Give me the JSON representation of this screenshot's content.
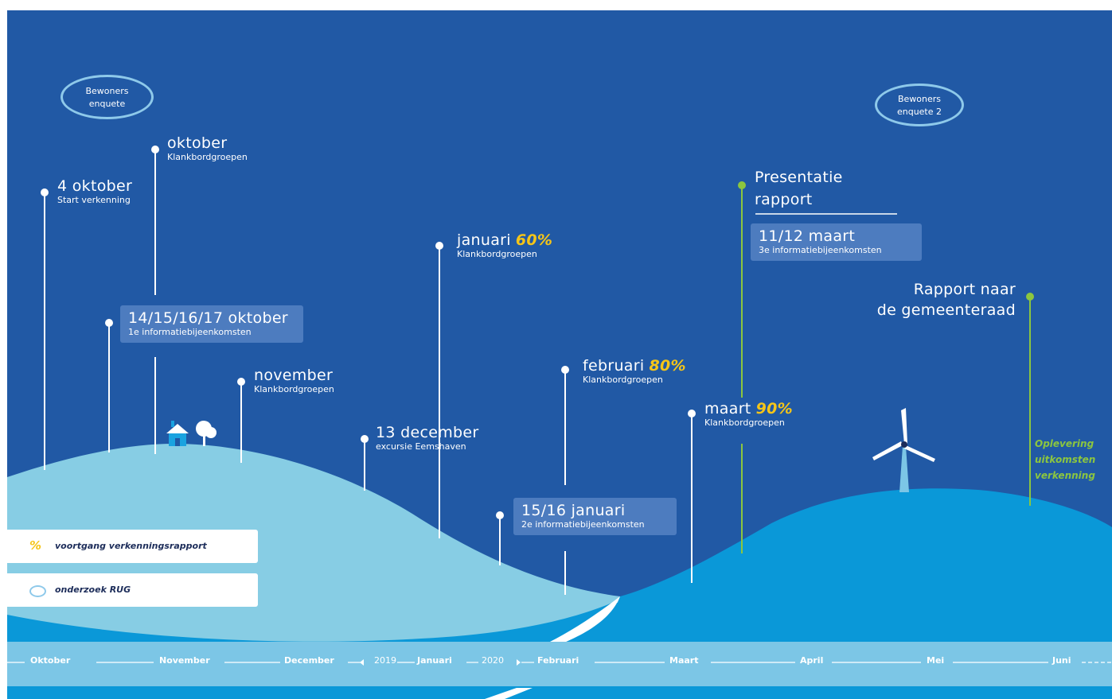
{
  "ellipses": {
    "left": {
      "line1": "Bewoners",
      "line2": "enquete"
    },
    "right": {
      "line1": "Bewoners",
      "line2": "enquete 2"
    }
  },
  "events": {
    "okt4": {
      "title": "4 oktober",
      "sub": "Start verkenning"
    },
    "okt": {
      "title": "oktober",
      "sub": "Klankbordgroepen"
    },
    "okt14": {
      "title": "14/15/16/17 oktober",
      "sub": "1e informatiebijeenkomsten"
    },
    "nov": {
      "title": "november",
      "sub": "Klankbordgroepen"
    },
    "dec13": {
      "title": "13 december",
      "sub": "excursie Eemshaven"
    },
    "jan": {
      "title": "januari",
      "pct": "60%",
      "sub": "Klankbordgroepen"
    },
    "jan15": {
      "title": "15/16 januari",
      "sub": "2e informatiebijeenkomsten"
    },
    "feb": {
      "title": "februari",
      "pct": "80%",
      "sub": "Klankbordgroepen"
    },
    "mrt": {
      "title": "maart",
      "pct": "90%",
      "sub": "Klankbordgroepen"
    },
    "pres": {
      "line1": "Presentatie",
      "line2": "rapport"
    },
    "mrt11": {
      "title": "11/12 maart",
      "sub": "3e informatiebijeenkomsten"
    },
    "raad": {
      "line1": "Rapport naar",
      "line2": "de gemeenteraad"
    },
    "oplevering": {
      "line1": "Oplevering",
      "line2": "uitkomsten",
      "line3": "verkenning"
    }
  },
  "legend": {
    "pct_symbol": "%",
    "progress": "voortgang verkenningsrapport",
    "research": "onderzoek RUG"
  },
  "timeline": {
    "months": [
      "Oktober",
      "November",
      "December",
      "2019",
      "Januari",
      "2020",
      "Februari",
      "Maart",
      "April",
      "Mei",
      "Juni"
    ]
  },
  "colors": {
    "background": "#2159a5",
    "hill_light": "#87cde4",
    "hill_dark": "#0a98d8",
    "percent": "#f5c518",
    "green": "#8cc63f"
  }
}
